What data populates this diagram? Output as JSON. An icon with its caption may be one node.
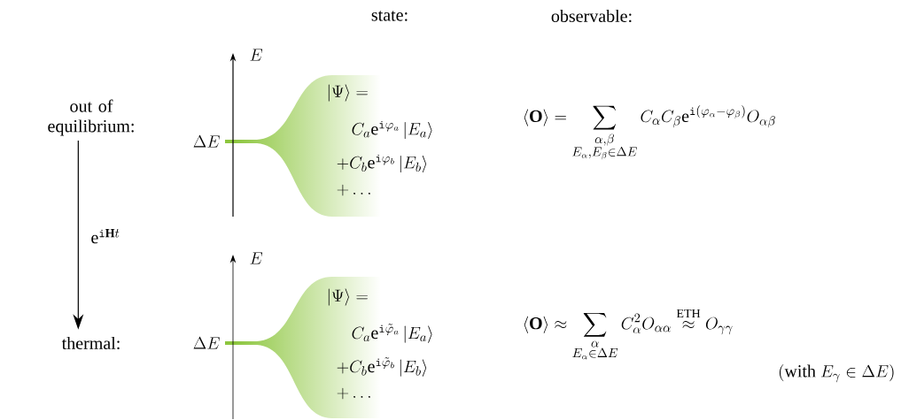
{
  "diagram": {
    "nodes": [
      {
        "text": [
          "out of equilibrium:"
        ]
      },
      {
        "text": [
          "thermal:"
        ]
      }
    ],
    "edges": [
      {
        "from": 0,
        "to": 1,
        "arrow": "to",
        "label": "\\mathrm{e}^{\\mathtt{i}\\mathbf{H}t}"
      }
    ],
    "labels": [
      "state:",
      "observable:",
      "E",
      "\\Delta E",
      "|\\Psi\\rangle =",
      "C_a\\mathrm{e}^{\\mathtt{i}\\varphi_a}\\,|E_a\\rangle",
      "+C_b\\mathrm{e}^{\\mathtt{i}\\varphi_b}\\,|E_b\\rangle",
      "+\\dots",
      "\\langle\\mathbf{O}\\rangle = \\sum_{\\substack{\\alpha,\\beta\\\\ E_\\alpha,E_\\beta\\in\\Delta E}} C_\\alpha C_\\beta \\mathrm{e}^{\\mathtt{i}(\\varphi_\\alpha-\\varphi_\\beta)} O_{\\alpha\\beta}",
      "E",
      "\\Delta E",
      "|\\Psi\\rangle =",
      "C_a\\mathrm{e}^{\\mathtt{i}\\tilde\\varphi_a}\\,|E_a\\rangle",
      "+C_b\\mathrm{e}^{\\mathtt{i}\\tilde\\varphi_b}\\,|E_b\\rangle",
      "+\\dots",
      "\\langle\\mathbf{O}\\rangle \\approx \\sum_{\\substack{\\alpha\\\\ E_\\alpha\\in\\Delta E}} C_\\alpha^2 O_{\\alpha\\alpha} \\stackrel{\\mathrm{ETH}}{\\approx} O_{\\gamma\\gamma}",
      "(\\mathrm{with}\\ E_\\gamma \\in \\Delta E)"
    ]
  }
}
